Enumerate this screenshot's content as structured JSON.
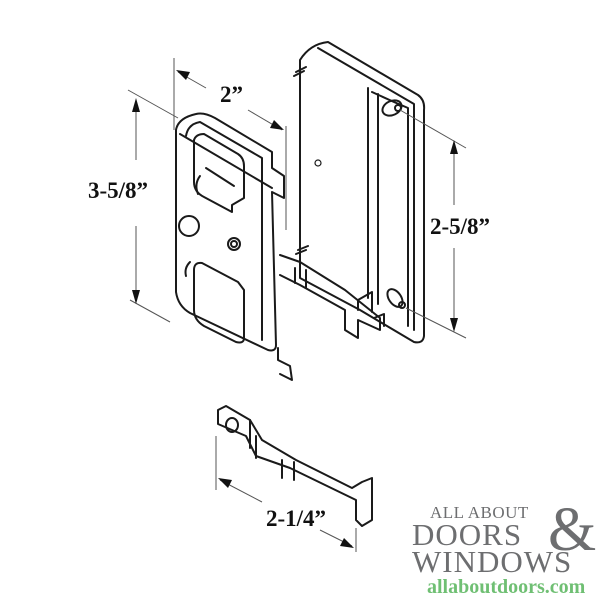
{
  "diagram": {
    "type": "technical-line-drawing",
    "subject": "sliding door latch and keeper assembly",
    "line_color": "#1a1a1a",
    "dimension_line_color": "#555555",
    "dimensions": {
      "width_top": "2”",
      "height_left": "3-5/8”",
      "hole_spacing_right": "2-5/8”",
      "keeper_length": "2-1/4”"
    }
  },
  "logo": {
    "line1": "ALL ABOUT",
    "line2": "DOORS",
    "ampersand": "&",
    "line3": "WINDOWS",
    "url": "allaboutdoors.com",
    "text_color": "#6d6e70",
    "url_color": "#6fbf73"
  }
}
